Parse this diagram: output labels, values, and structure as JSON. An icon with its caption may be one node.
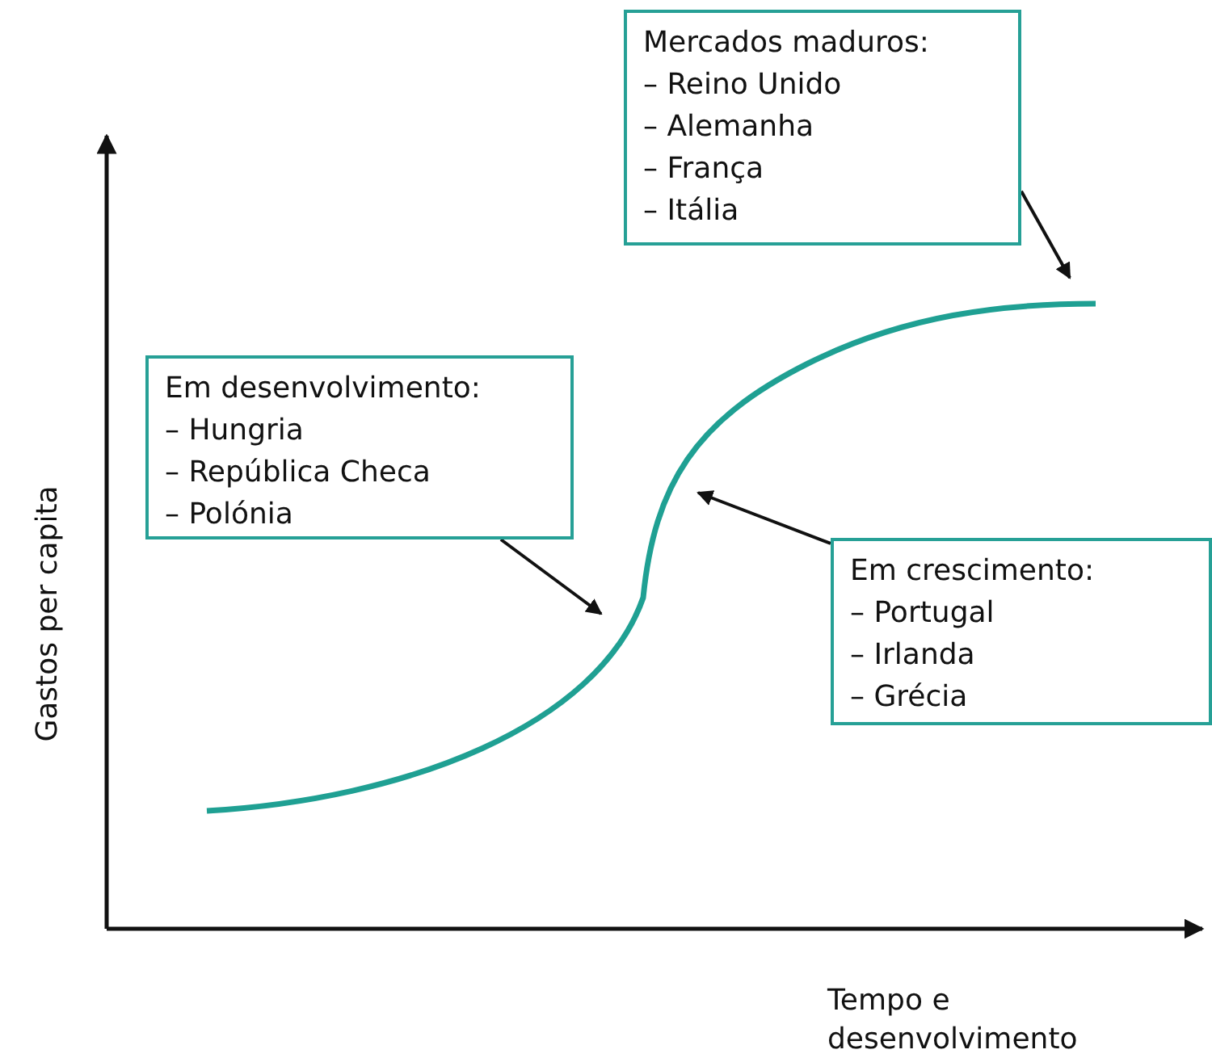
{
  "diagram": {
    "nodes": [
      {
        "text": [
          "Mercados maduros:",
          "– Reino Unido",
          "– Alemanha",
          "– França",
          "– Itália"
        ]
      },
      {
        "text": [
          "Em desenvolvimento:",
          "– Hungria",
          "– República Checa",
          "– Polónia"
        ]
      },
      {
        "text": [
          "Em crescimento:",
          "– Portugal",
          "– Irlanda",
          "– Grécia"
        ]
      }
    ],
    "edges": [
      {
        "from": 0,
        "to": null,
        "arrow": "to"
      },
      {
        "from": 1,
        "to": null,
        "arrow": "to"
      },
      {
        "from": 2,
        "to": null,
        "arrow": "to"
      }
    ],
    "labels": [
      "Gastos per capita",
      "Tempo e desenvolvimento"
    ]
  }
}
